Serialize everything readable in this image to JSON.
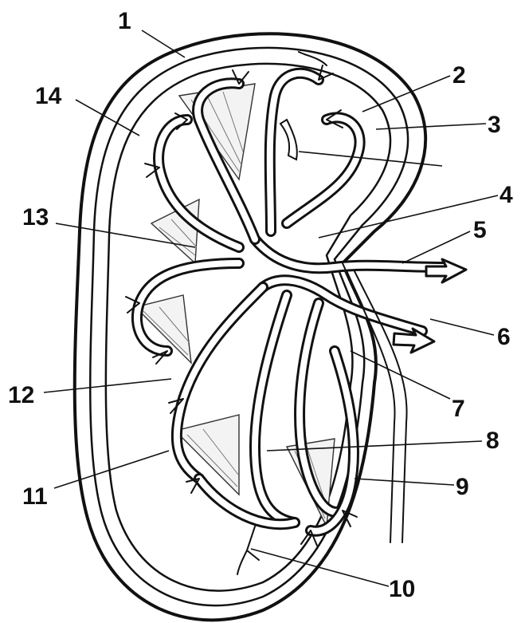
{
  "labels": [
    {
      "text": "1"
    },
    {
      "text": "2"
    },
    {
      "text": "3"
    },
    {
      "text": "4"
    },
    {
      "text": "5"
    },
    {
      "text": "6"
    },
    {
      "text": "7"
    },
    {
      "text": "8"
    },
    {
      "text": "9"
    },
    {
      "text": "10"
    },
    {
      "text": "11"
    },
    {
      "text": "12"
    },
    {
      "text": "13"
    },
    {
      "text": "14"
    }
  ],
  "colors": {
    "ink": "#111111",
    "background": "#ffffff"
  }
}
